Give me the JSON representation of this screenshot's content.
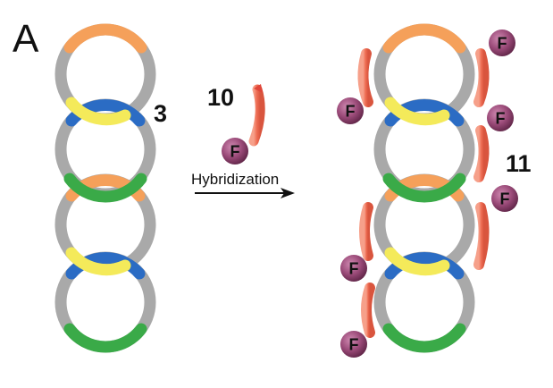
{
  "panel_label": "A",
  "labels": {
    "left_chain": "3",
    "probe": "10",
    "right_chain": "11"
  },
  "arrow_label": "Hybridization",
  "fluorophore_letter": "F",
  "colors": {
    "ring_gray": "#a9a9a9",
    "orange": "#f5a05a",
    "blue": "#2b6cc4",
    "yellow": "#f4ea5a",
    "green": "#3aaa48",
    "probe_red": "#f07a62",
    "fluorophore": "#8e3d6b"
  }
}
